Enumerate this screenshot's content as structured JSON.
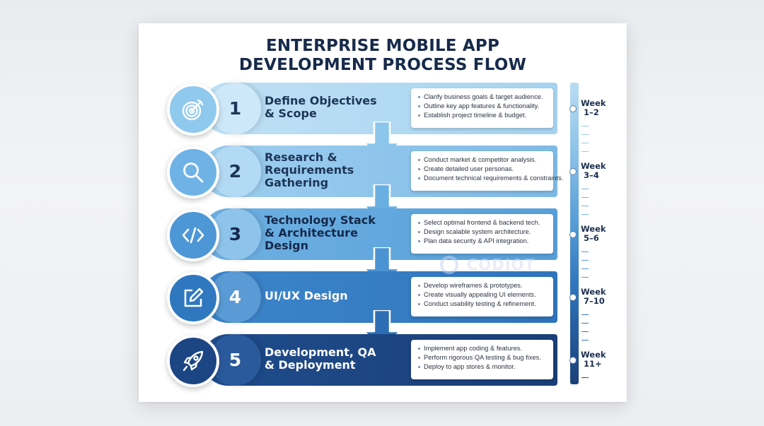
{
  "title": {
    "line1": "ENTERPRISE MOBILE APP",
    "line2": "DEVELOPMENT PROCESS FLOW"
  },
  "steps": [
    {
      "number": "1",
      "icon": "target-icon",
      "title_lines": [
        "Define Objectives",
        "& Scope"
      ],
      "tasks": [
        "Clarify business goals & target audience.",
        "Outline key app features & functionality.",
        "Establish project timeline & budget."
      ],
      "colors": {
        "band_start": "#bfe1f5",
        "band_end": "#a6d3f0",
        "circle": "#8fc9ee",
        "num_bg": "#cde8f8",
        "text": "#1d3557"
      }
    },
    {
      "number": "2",
      "icon": "magnifier-icon",
      "title_lines": [
        "Research &",
        "Requirements",
        "Gathering"
      ],
      "tasks": [
        "Conduct market & competitor analysis.",
        "Create detailed user personas.",
        "Document technical requirements & constraints."
      ],
      "colors": {
        "band_start": "#9fcff0",
        "band_end": "#7fbae6",
        "circle": "#6fb3e6",
        "num_bg": "#b3daf4",
        "text": "#1d3557"
      }
    },
    {
      "number": "3",
      "icon": "code-icon",
      "title_lines": [
        "Technology Stack",
        "& Architecture",
        "Design"
      ],
      "tasks": [
        "Select optimal frontend & backend tech.",
        "Design scalable system architecture.",
        "Plan data security & API integration."
      ],
      "colors": {
        "band_start": "#6eb0e3",
        "band_end": "#579fd8",
        "circle": "#4d97d6",
        "num_bg": "#8ec4ec",
        "text": "#15294a"
      }
    },
    {
      "number": "4",
      "icon": "edit-icon",
      "title_lines": [
        "UI/UX Design"
      ],
      "tasks": [
        "Develop wireframes & prototypes.",
        "Create visually appealing UI elements.",
        "Conduct usability testing & refinement."
      ],
      "colors": {
        "band_start": "#3d86cb",
        "band_end": "#2f74bb",
        "circle": "#2f78c0",
        "num_bg": "#5a9ad5",
        "text": "#ffffff"
      }
    },
    {
      "number": "5",
      "icon": "rocket-icon",
      "title_lines": [
        "Development, QA",
        "& Deployment"
      ],
      "tasks": [
        "Implement app coding & features.",
        "Perform rigorous QA testing & bug fixes.",
        "Deploy to app stores & monitor."
      ],
      "colors": {
        "band_start": "#1f4c8c",
        "band_end": "#1a3f78",
        "circle": "#1c4583",
        "num_bg": "#2a5a9c",
        "text": "#ffffff"
      }
    }
  ],
  "timeline": [
    {
      "line1": "Week",
      "line2": "1–2"
    },
    {
      "line1": "Week",
      "line2": "3–4"
    },
    {
      "line1": "Week",
      "line2": "5–6"
    },
    {
      "line1": "Week",
      "line2": "7–10"
    },
    {
      "line1": "Week",
      "line2": "11+"
    }
  ],
  "watermark": "CODIOT"
}
